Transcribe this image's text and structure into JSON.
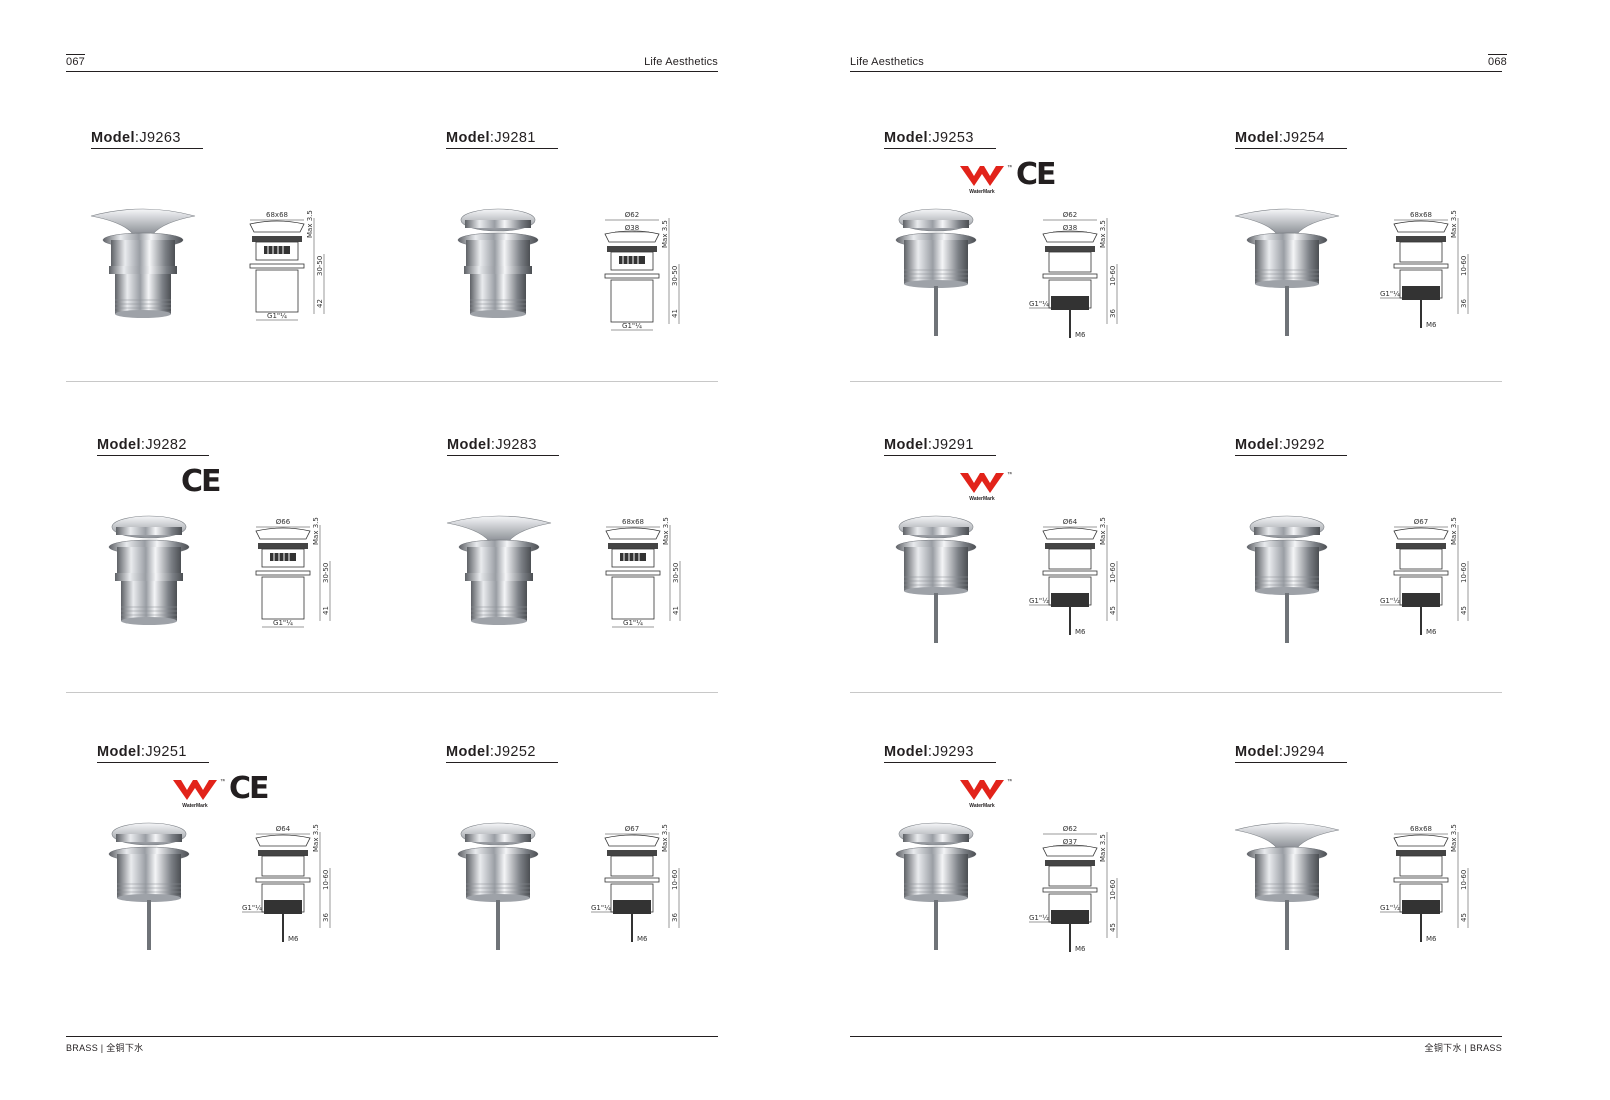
{
  "header": {
    "left_page_number": "067",
    "right_page_number": "068",
    "left_title": "Life Aesthetics",
    "right_title": "Life Aesthetics"
  },
  "footer": {
    "left_text": "BRASS | 全铜下水",
    "right_text": "全铜下水 | BRASS"
  },
  "model_label": "Model",
  "certs": {
    "ce": "CE",
    "watermark_text": "WaterMark",
    "tm": "™"
  },
  "products": [
    {
      "model": ":J9263",
      "cap_dim": "68x68",
      "h1": "Max 3.5",
      "h2": "30-50",
      "h3": "42",
      "thread": "G1\"¼",
      "inner_dim": "",
      "stem": "",
      "cert": ""
    },
    {
      "model": ":J9281",
      "cap_dim": "Ø62",
      "h1": "Max 3.5",
      "h2": "30-50",
      "h3": "41",
      "thread": "G1\"¼",
      "inner_dim": "Ø38",
      "stem": "",
      "cert": ""
    },
    {
      "model": ":J9282",
      "cap_dim": "Ø66",
      "h1": "Max 3.5",
      "h2": "30-50",
      "h3": "41",
      "thread": "G1\"¼",
      "inner_dim": "",
      "stem": "",
      "cert": "ce"
    },
    {
      "model": ":J9283",
      "cap_dim": "68x68",
      "h1": "Max 3.5",
      "h2": "30-50",
      "h3": "41",
      "thread": "G1\"¼",
      "inner_dim": "",
      "stem": "",
      "cert": ""
    },
    {
      "model": ":J9251",
      "cap_dim": "Ø64",
      "h1": "Max 3.5",
      "h2": "10-60",
      "h3": "36",
      "thread": "G1\"¼",
      "inner_dim": "",
      "stem": "M6",
      "cert": "wm+ce"
    },
    {
      "model": ":J9252",
      "cap_dim": "Ø67",
      "h1": "Max 3.5",
      "h2": "10-60",
      "h3": "36",
      "thread": "G1\"¼",
      "inner_dim": "",
      "stem": "M6",
      "cert": ""
    },
    {
      "model": ":J9253",
      "cap_dim": "Ø62",
      "h1": "Max 3.5",
      "h2": "10-60",
      "h3": "36",
      "thread": "G1\"¼",
      "inner_dim": "Ø38",
      "stem": "M6",
      "cert": "wm+ce"
    },
    {
      "model": ":J9254",
      "cap_dim": "68x68",
      "h1": "Max 3.5",
      "h2": "10-60",
      "h3": "36",
      "thread": "G1\"¼",
      "inner_dim": "",
      "stem": "M6",
      "cert": ""
    },
    {
      "model": ":J9291",
      "cap_dim": "Ø64",
      "h1": "Max 3.5",
      "h2": "10-60",
      "h3": "45",
      "thread": "G1\"½",
      "inner_dim": "",
      "stem": "M6",
      "cert": "wm"
    },
    {
      "model": ":J9292",
      "cap_dim": "Ø67",
      "h1": "Max 3.5",
      "h2": "10-60",
      "h3": "45",
      "thread": "G1\"½",
      "inner_dim": "",
      "stem": "M6",
      "cert": ""
    },
    {
      "model": ":J9293",
      "cap_dim": "Ø62",
      "h1": "Max 3.5",
      "h2": "10-60",
      "h3": "45",
      "thread": "G1\"½",
      "inner_dim": "Ø37",
      "stem": "M6",
      "cert": "wm"
    },
    {
      "model": ":J9294",
      "cap_dim": "68x68",
      "h1": "Max 3.5",
      "h2": "10-60",
      "h3": "45",
      "thread": "G1\"½",
      "inner_dim": "",
      "stem": "M6",
      "cert": ""
    }
  ],
  "colors": {
    "watermark_red": "#e2231a",
    "text": "#231f20",
    "divider": "#c8c8c8"
  }
}
